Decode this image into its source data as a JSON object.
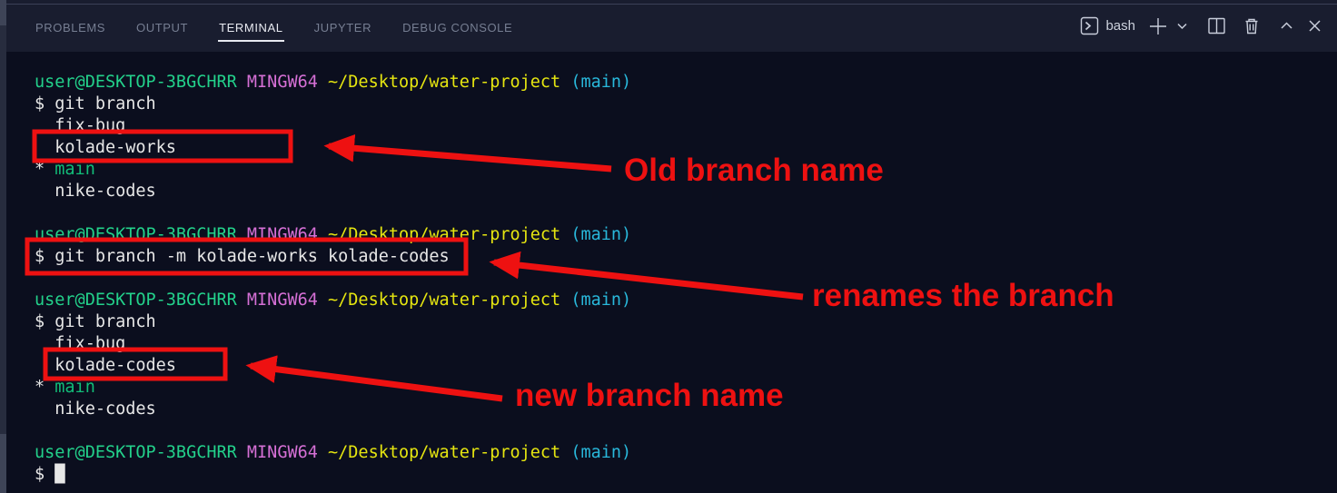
{
  "palette": {
    "green": "#23d18b",
    "green_branch": "#12bd79",
    "magenta": "#d670d6",
    "yellow": "#e5e510",
    "cyan": "#29b8db",
    "white": "#e7e7e7",
    "red": "#ee1111",
    "terminal_bg": "#0b0e1e",
    "tabbar_bg": "#191d2f"
  },
  "tabbar": {
    "tabs": [
      {
        "label": "PROBLEMS"
      },
      {
        "label": "OUTPUT"
      },
      {
        "label": "TERMINAL",
        "active": true
      },
      {
        "label": "JUPYTER"
      },
      {
        "label": "DEBUG CONSOLE"
      }
    ],
    "shell_label": "bash",
    "icons": [
      "terminal-icon",
      "plus-icon",
      "chevron-down-icon",
      "split-panel-icon",
      "trash-icon",
      "chevron-up-icon",
      "close-icon"
    ]
  },
  "terminal": {
    "lines": [
      [
        {
          "c": "green",
          "t": "user@DESKTOP-3BGCHRR"
        },
        {
          "c": "white",
          "t": " "
        },
        {
          "c": "magenta",
          "t": "MINGW64"
        },
        {
          "c": "white",
          "t": " "
        },
        {
          "c": "yellow",
          "t": "~/Desktop/water-project"
        },
        {
          "c": "white",
          "t": " "
        },
        {
          "c": "cyan",
          "t": "(main)"
        }
      ],
      [
        {
          "c": "white",
          "t": "$ git branch"
        }
      ],
      [
        {
          "c": "white",
          "t": "  fix-bug"
        }
      ],
      [
        {
          "c": "white",
          "t": "  kolade-works"
        }
      ],
      [
        {
          "c": "white",
          "t": "* "
        },
        {
          "c": "green_branch",
          "t": "main"
        }
      ],
      [
        {
          "c": "white",
          "t": "  nike-codes"
        }
      ],
      [],
      [
        {
          "c": "green",
          "t": "user@DESKTOP-3BGCHRR"
        },
        {
          "c": "white",
          "t": " "
        },
        {
          "c": "magenta",
          "t": "MINGW64"
        },
        {
          "c": "white",
          "t": " "
        },
        {
          "c": "yellow",
          "t": "~/Desktop/water-project"
        },
        {
          "c": "white",
          "t": " "
        },
        {
          "c": "cyan",
          "t": "(main)"
        }
      ],
      [
        {
          "c": "white",
          "t": "$ git branch -m kolade-works kolade-codes"
        }
      ],
      [],
      [
        {
          "c": "green",
          "t": "user@DESKTOP-3BGCHRR"
        },
        {
          "c": "white",
          "t": " "
        },
        {
          "c": "magenta",
          "t": "MINGW64"
        },
        {
          "c": "white",
          "t": " "
        },
        {
          "c": "yellow",
          "t": "~/Desktop/water-project"
        },
        {
          "c": "white",
          "t": " "
        },
        {
          "c": "cyan",
          "t": "(main)"
        }
      ],
      [
        {
          "c": "white",
          "t": "$ git branch"
        }
      ],
      [
        {
          "c": "white",
          "t": "  fix-bug"
        }
      ],
      [
        {
          "c": "white",
          "t": "  kolade-codes"
        }
      ],
      [
        {
          "c": "white",
          "t": "* "
        },
        {
          "c": "green_branch",
          "t": "main"
        }
      ],
      [
        {
          "c": "white",
          "t": "  nike-codes"
        }
      ],
      [],
      [
        {
          "c": "green",
          "t": "user@DESKTOP-3BGCHRR"
        },
        {
          "c": "white",
          "t": " "
        },
        {
          "c": "magenta",
          "t": "MINGW64"
        },
        {
          "c": "white",
          "t": " "
        },
        {
          "c": "yellow",
          "t": "~/Desktop/water-project"
        },
        {
          "c": "white",
          "t": " "
        },
        {
          "c": "cyan",
          "t": "(main)"
        }
      ],
      [
        {
          "c": "white",
          "t": "$ "
        },
        {
          "c": "white",
          "t": "█",
          "cursor": true
        }
      ]
    ]
  },
  "annotations": {
    "old": "Old branch name",
    "renames": "renames the branch",
    "new": "new branch name"
  }
}
